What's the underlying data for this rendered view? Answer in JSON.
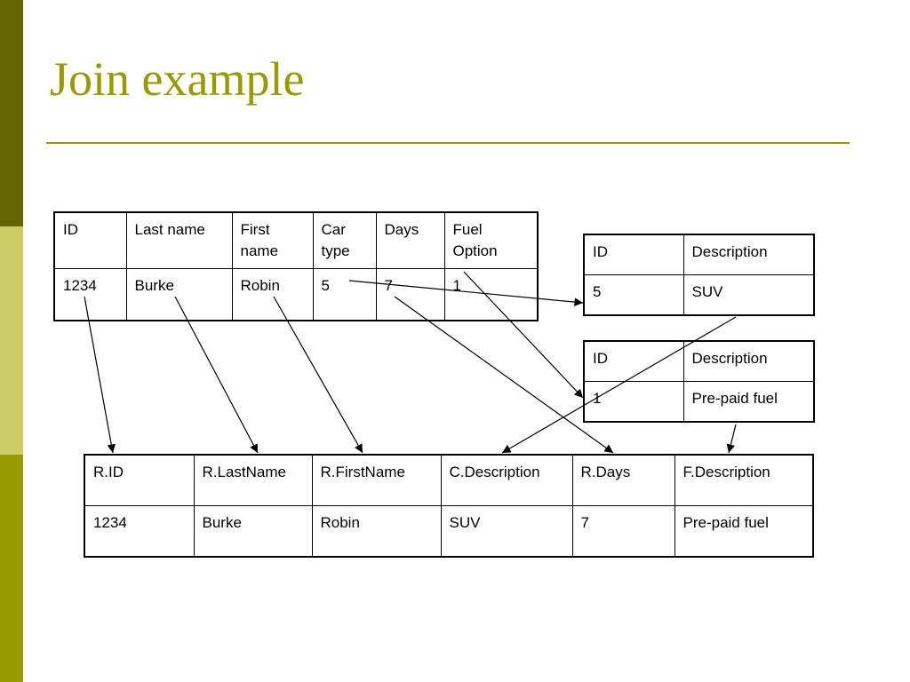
{
  "title": "Join example",
  "rental_table": {
    "headers": [
      "ID",
      "Last name",
      "First\nname",
      "Car\ntype",
      "Days",
      "Fuel\nOption"
    ],
    "row": [
      "1234",
      "Burke",
      "Robin",
      "5",
      "7",
      "1"
    ]
  },
  "car_type_table": {
    "headers": [
      "ID",
      "Description"
    ],
    "row": [
      "5",
      "SUV"
    ]
  },
  "fuel_table": {
    "headers": [
      "ID",
      "Description"
    ],
    "row": [
      "1",
      "Pre-paid fuel"
    ]
  },
  "result_table": {
    "headers": [
      "R.ID",
      "R.LastName",
      "R.FirstName",
      "C.Description",
      "R.Days",
      "F.Description"
    ],
    "row": [
      "1234",
      "Burke",
      "Robin",
      "SUV",
      "7",
      "Pre-paid fuel"
    ]
  },
  "colors": {
    "accent": "#999900",
    "bar_dark": "#666600",
    "bar_light": "#cccc66"
  }
}
